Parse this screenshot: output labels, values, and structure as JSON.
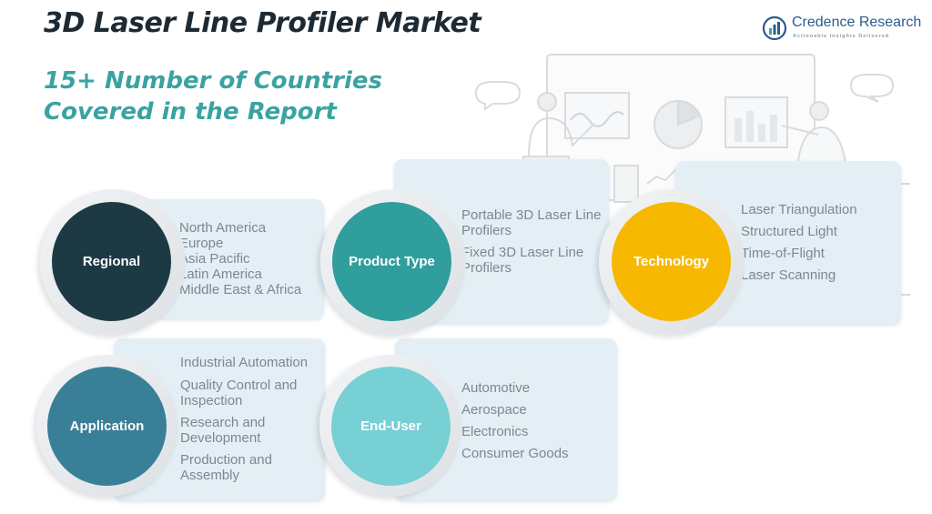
{
  "header": {
    "title": "3D Laser Line Profiler Market",
    "subtitle_line1": "15+ Number of Countries",
    "subtitle_line2": "Covered in the Report"
  },
  "logo": {
    "name": "Credence Research",
    "tagline": "Actionable Insights Delivered"
  },
  "colors": {
    "title": "#1e2a33",
    "accent": "#3aa3a1",
    "regional": "#1d3a44",
    "product_type": "#2f9e9c",
    "technology": "#f6b800",
    "application": "#3a7f98",
    "end_user": "#77d0d4",
    "card_bg": "#e3eff4"
  },
  "segments": [
    {
      "label": "Regional",
      "items": [
        "North America",
        "Europe",
        "Asia Pacific",
        "Latin America",
        "Middle East & Africa"
      ]
    },
    {
      "label": "Product Type",
      "items": [
        "Portable 3D Laser Line Profilers",
        "Fixed 3D Laser Line Profilers"
      ]
    },
    {
      "label": "Technology",
      "items": [
        "Laser Triangulation",
        "Structured Light",
        "Time-of-Flight",
        "Laser Scanning"
      ]
    },
    {
      "label": "Application",
      "items": [
        "Industrial Automation",
        "Quality Control and Inspection",
        "Research and Development",
        "Production and Assembly"
      ]
    },
    {
      "label": "End-User",
      "items": [
        "Automotive",
        "Aerospace",
        "Electronics",
        "Consumer Goods"
      ]
    }
  ]
}
